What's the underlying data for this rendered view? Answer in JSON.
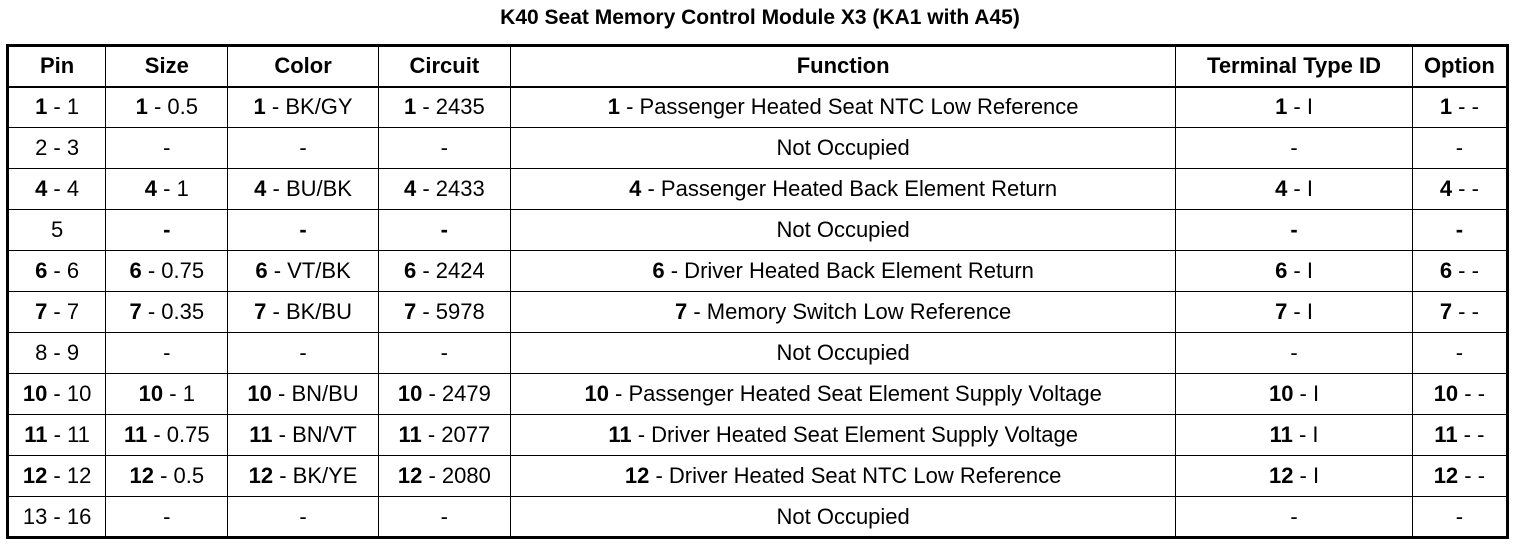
{
  "title": "K40 Seat Memory Control Module X3 (KA1 with A45)",
  "columns": [
    "Pin",
    "Size",
    "Color",
    "Circuit",
    "Function",
    "Terminal Type ID",
    "Option"
  ],
  "rows": [
    [
      [
        "1",
        " - 1"
      ],
      [
        "1",
        " - 0.5"
      ],
      [
        "1",
        " - BK/GY"
      ],
      [
        "1",
        " - 2435"
      ],
      [
        "1",
        " - Passenger Heated Seat NTC Low Reference"
      ],
      [
        "1",
        " - I"
      ],
      [
        "1",
        " - -"
      ]
    ],
    [
      [
        "",
        "2 - 3"
      ],
      [
        "",
        "-"
      ],
      [
        "",
        "-"
      ],
      [
        "",
        "-"
      ],
      [
        "",
        "Not Occupied"
      ],
      [
        "",
        "-"
      ],
      [
        "",
        "-"
      ]
    ],
    [
      [
        "4",
        " - 4"
      ],
      [
        "4",
        " - 1"
      ],
      [
        "4",
        " - BU/BK"
      ],
      [
        "4",
        " - 2433"
      ],
      [
        "4",
        " - Passenger Heated Back Element Return"
      ],
      [
        "4",
        " - I"
      ],
      [
        "4",
        " - -"
      ]
    ],
    [
      [
        "",
        "5"
      ],
      [
        "-",
        ""
      ],
      [
        "-",
        ""
      ],
      [
        "-",
        ""
      ],
      [
        "",
        "Not Occupied"
      ],
      [
        "-",
        ""
      ],
      [
        "-",
        ""
      ]
    ],
    [
      [
        "6",
        " - 6"
      ],
      [
        "6",
        " - 0.75"
      ],
      [
        "6",
        " - VT/BK"
      ],
      [
        "6",
        " - 2424"
      ],
      [
        "6",
        " - Driver Heated Back Element Return"
      ],
      [
        "6",
        " - I"
      ],
      [
        "6",
        " - -"
      ]
    ],
    [
      [
        "7",
        " - 7"
      ],
      [
        "7",
        " - 0.35"
      ],
      [
        "7",
        " - BK/BU"
      ],
      [
        "7",
        " - 5978"
      ],
      [
        "7",
        " - Memory Switch Low Reference"
      ],
      [
        "7",
        " - I"
      ],
      [
        "7",
        " - -"
      ]
    ],
    [
      [
        "",
        "8 - 9"
      ],
      [
        "",
        "-"
      ],
      [
        "",
        "-"
      ],
      [
        "",
        "-"
      ],
      [
        "",
        "Not Occupied"
      ],
      [
        "",
        "-"
      ],
      [
        "",
        "-"
      ]
    ],
    [
      [
        "10",
        " - 10"
      ],
      [
        "10",
        " - 1"
      ],
      [
        "10",
        " - BN/BU"
      ],
      [
        "10",
        " - 2479"
      ],
      [
        "10",
        " - Passenger Heated Seat Element Supply Voltage"
      ],
      [
        "10",
        " - I"
      ],
      [
        "10",
        " - -"
      ]
    ],
    [
      [
        "11",
        " - 11"
      ],
      [
        "11",
        " - 0.75"
      ],
      [
        "11",
        " - BN/VT"
      ],
      [
        "11",
        " - 2077"
      ],
      [
        "11",
        " - Driver Heated Seat Element Supply Voltage"
      ],
      [
        "11",
        " - I"
      ],
      [
        "11",
        " - -"
      ]
    ],
    [
      [
        "12",
        " - 12"
      ],
      [
        "12",
        " - 0.5"
      ],
      [
        "12",
        " - BK/YE"
      ],
      [
        "12",
        " - 2080"
      ],
      [
        "12",
        " - Driver Heated Seat NTC Low Reference"
      ],
      [
        "12",
        " - I"
      ],
      [
        "12",
        " - -"
      ]
    ],
    [
      [
        "",
        "13 - 16"
      ],
      [
        "",
        "-"
      ],
      [
        "",
        "-"
      ],
      [
        "",
        "-"
      ],
      [
        "",
        "Not Occupied"
      ],
      [
        "",
        "-"
      ],
      [
        "",
        "-"
      ]
    ]
  ]
}
